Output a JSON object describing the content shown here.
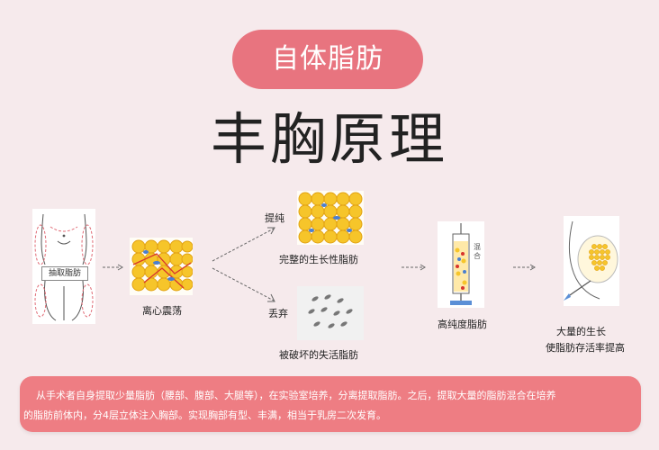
{
  "header": {
    "pill_text": "自体脂肪",
    "title": "丰胸原理"
  },
  "steps": {
    "extraction_label": "抽取脂肪",
    "centrifuge_label": "离心震荡",
    "purify_label": "提纯",
    "healthy_fat_label": "完整的生长性脂肪",
    "discard_label": "丢弃",
    "damaged_fat_label": "被破坏的失活脂肪",
    "syringe_text": "混合",
    "syringe_label": "高纯度脂肪",
    "result_line1": "大量的生长",
    "result_line2": "使脂肪存活率提高"
  },
  "description": {
    "line1": "从手术者自身提取少量脂肪（腰部、腹部、大腿等），在实验室培养，分离提取脂肪。之后，提取大量的脂肪混合在培养",
    "line2": "的脂肪前体内，分4层立体注入胸部。实现胸部有型、丰满，相当于乳房二次发育。"
  },
  "colors": {
    "accent": "#e8747f",
    "bottom_bar": "#ee7d83",
    "background": "#f6eaec",
    "fat_cell": "#f6c52a"
  }
}
